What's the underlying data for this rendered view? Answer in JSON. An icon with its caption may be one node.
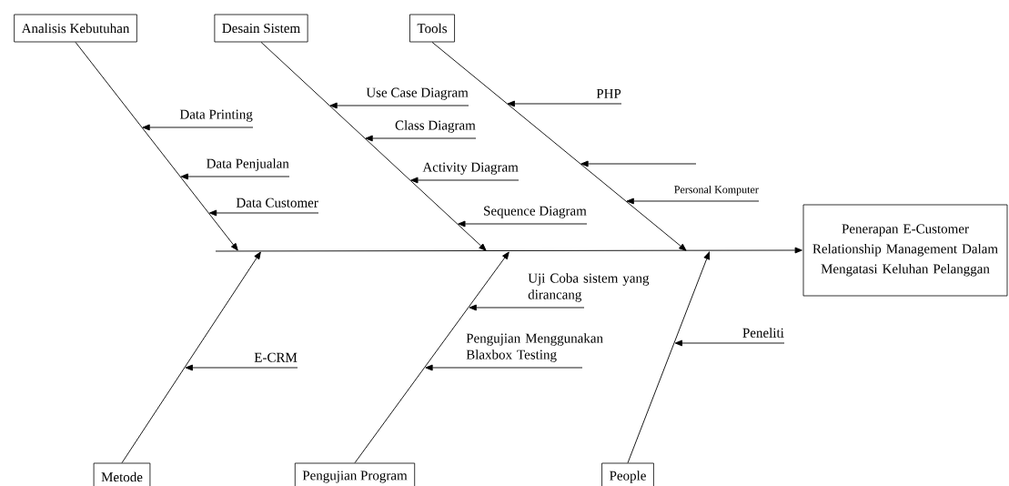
{
  "diagram": {
    "nodes": [
      {
        "text": [
          "Analisis Kebutuhan"
        ]
      },
      {
        "text": [
          "Desain Sistem"
        ]
      },
      {
        "text": [
          "Tools"
        ]
      },
      {
        "text": [
          "Data Printing"
        ]
      },
      {
        "text": [
          "Data Penjualan"
        ]
      },
      {
        "text": [
          "Data Customer"
        ]
      },
      {
        "text": [
          "Use Case Diagram"
        ]
      },
      {
        "text": [
          "Class Diagram"
        ]
      },
      {
        "text": [
          "Activity Diagram"
        ]
      },
      {
        "text": [
          "Sequence Diagram"
        ]
      },
      {
        "text": [
          "PHP"
        ]
      },
      {
        "text": [
          "Personal Komputer"
        ]
      },
      {
        "text": [
          "Penerapan E-Customer Relationship Management Dalam Mengatasi Keluhan Pelanggan"
        ]
      },
      {
        "text": [
          "Uji Coba sistem yang dirancang"
        ]
      },
      {
        "text": [
          "Pengujian Menggunakan Blaxbox Testing"
        ]
      },
      {
        "text": [
          "E-CRM"
        ]
      },
      {
        "text": [
          "Peneliti"
        ]
      },
      {
        "text": [
          "Metode"
        ]
      },
      {
        "text": [
          "Pengujian Program"
        ]
      },
      {
        "text": [
          "People"
        ]
      }
    ],
    "edges": [
      {
        "from": null,
        "to": 12,
        "arrow": "to"
      },
      {
        "from": 0,
        "to": null,
        "arrow": "to"
      },
      {
        "from": 1,
        "to": null,
        "arrow": "to"
      },
      {
        "from": 2,
        "to": null,
        "arrow": "to"
      },
      {
        "from": 17,
        "to": null,
        "arrow": "to"
      },
      {
        "from": 18,
        "to": null,
        "arrow": "to"
      },
      {
        "from": 19,
        "to": null,
        "arrow": "to"
      },
      {
        "from": 3,
        "to": null,
        "arrow": "to"
      },
      {
        "from": 4,
        "to": null,
        "arrow": "to"
      },
      {
        "from": 5,
        "to": null,
        "arrow": "to"
      },
      {
        "from": 6,
        "to": null,
        "arrow": "to"
      },
      {
        "from": 7,
        "to": null,
        "arrow": "to"
      },
      {
        "from": 8,
        "to": null,
        "arrow": "to"
      },
      {
        "from": 9,
        "to": null,
        "arrow": "to"
      },
      {
        "from": 10,
        "to": null,
        "arrow": "to"
      },
      {
        "from": 11,
        "to": null,
        "arrow": "to"
      },
      {
        "from": 13,
        "to": null,
        "arrow": "to"
      },
      {
        "from": 14,
        "to": null,
        "arrow": "to"
      },
      {
        "from": 15,
        "to": null,
        "arrow": "to"
      },
      {
        "from": 16,
        "to": null,
        "arrow": "to"
      }
    ]
  }
}
